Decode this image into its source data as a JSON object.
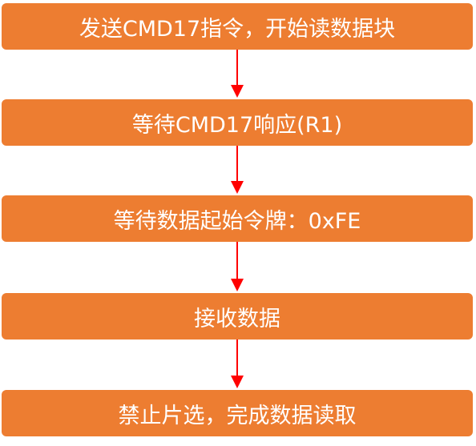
{
  "flowchart": {
    "steps": [
      {
        "label": "发送CMD17指令，开始读数据块"
      },
      {
        "label": "等待CMD17响应(R1)"
      },
      {
        "label": "等待数据起始令牌：0xFE"
      },
      {
        "label": "接收数据"
      },
      {
        "label": "禁止片选，完成数据读取"
      }
    ]
  },
  "colors": {
    "box_fill": "#ed7d31",
    "box_text": "#ffffff",
    "arrow": "#ff0000",
    "background": "#ffffff"
  }
}
